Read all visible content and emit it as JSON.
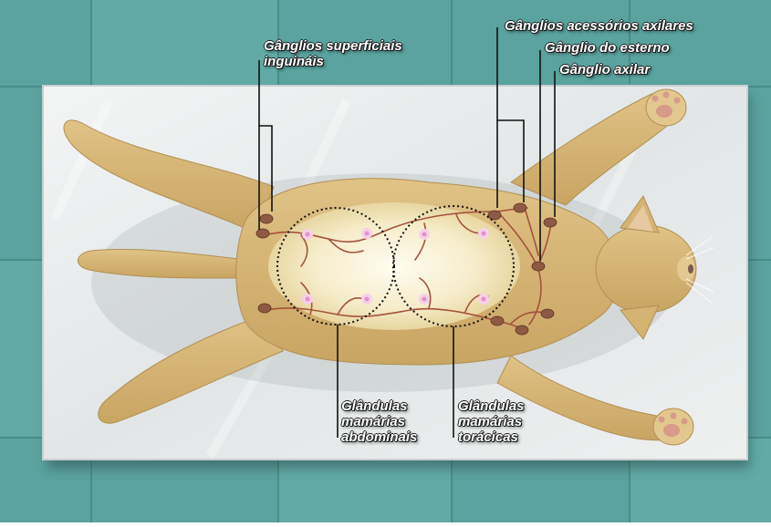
{
  "labels": {
    "inguinal": [
      "Gânglios superficiais",
      "inguináis"
    ],
    "accessory_axillary": "Gânglios acessórios axilares",
    "sternal": "Gânglio do esterno",
    "axillary": "Gânglio axilar",
    "abdominal_glands": [
      "Glândulas",
      "mamárias",
      "abdominais"
    ],
    "thoracic_glands": [
      "Glândulas",
      "mamárias",
      "torácicas"
    ]
  },
  "colors": {
    "tile_a": "#5fa7a3",
    "tile_b": "#6fb5ae",
    "tray": "#e9ecec",
    "fur": "#d8b878",
    "belly": "#f7f0d8",
    "vessel": "#a4523c",
    "node": "#8e5a44",
    "nipple": "#e58fc8"
  }
}
